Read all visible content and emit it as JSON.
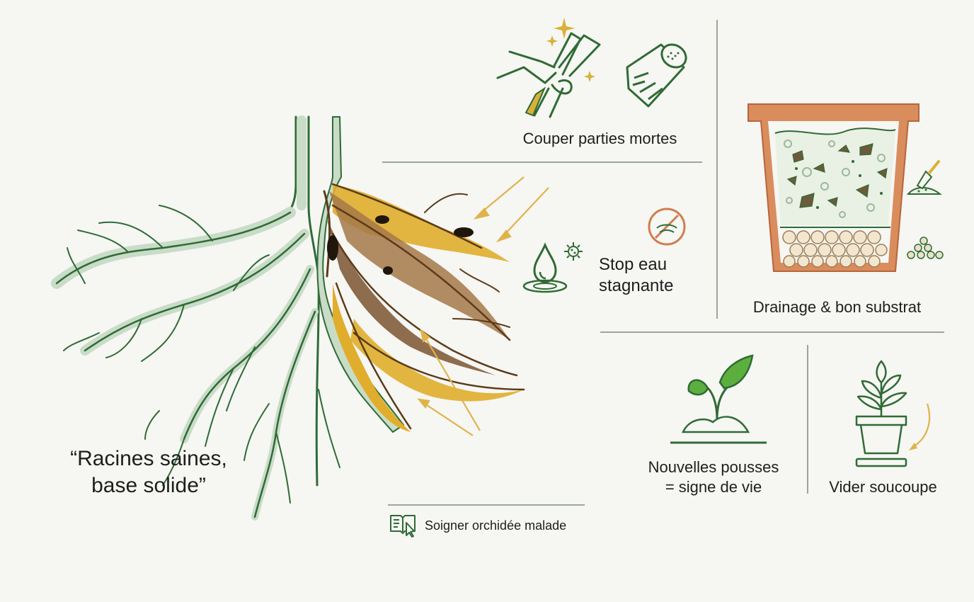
{
  "quote": {
    "line1": "“Racines saines,",
    "line2": "base solide”"
  },
  "tips": {
    "cut": "Couper parties mortes",
    "water_line1": "Stop eau",
    "water_line2": "stagnante",
    "drainage": "Drainage & bon substrat",
    "growth_line1": "Nouvelles pousses",
    "growth_line2": "= signe de vie",
    "saucer": "Vider soucoupe"
  },
  "footer": {
    "title": "Soigner orchidée malade"
  },
  "colors": {
    "healthy_root": "#2f6b35",
    "rot_brown": "#7a5530",
    "rot_yellow": "#e0ae2c",
    "terracotta": "#cf7e4e",
    "accent_gold": "#e0b34a"
  },
  "icons": [
    "pruning-shears-icon",
    "sparkle-icon",
    "log-icon",
    "water-drop-icon",
    "bacteria-icon",
    "no-stagnant-water-icon",
    "pot-cross-section-icon",
    "trowel-icon",
    "pebbles-icon",
    "seedling-icon",
    "potted-plant-icon",
    "saucer-icon",
    "book-cursor-icon"
  ]
}
